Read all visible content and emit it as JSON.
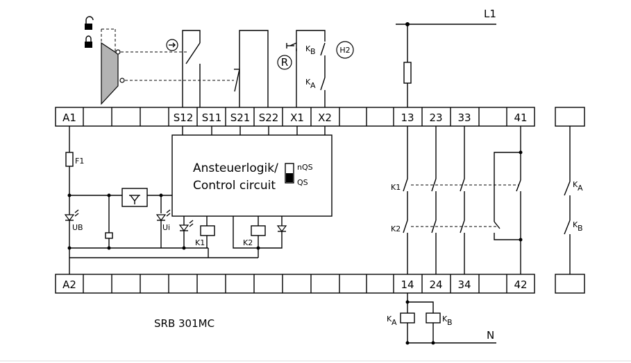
{
  "model_label": "SRB 301MC",
  "logic_box": {
    "line1": "Ansteuerlogik/",
    "line2": "Control circuit",
    "nqs": "nQS",
    "qs": "QS"
  },
  "terminals_top": [
    "A1",
    "S12",
    "S11",
    "S21",
    "S22",
    "X1",
    "X2",
    "13",
    "23",
    "33",
    "41"
  ],
  "terminals_bottom": [
    "A2",
    "14",
    "24",
    "34",
    "42"
  ],
  "labels": {
    "L1": "L1",
    "N": "N",
    "F1": "F1",
    "UB": "UB",
    "Ui": "Ui",
    "K1": "K1",
    "K2": "K2",
    "K": "K",
    "A": "A",
    "B": "B",
    "R": "R",
    "H2": "H2"
  },
  "colors": {
    "line": "#000000",
    "actuator": "#b3b3b3"
  },
  "icons": [
    "lock-open-icon",
    "lock-closed-icon",
    "door-actuator-icon",
    "arrow-circle-icon"
  ]
}
